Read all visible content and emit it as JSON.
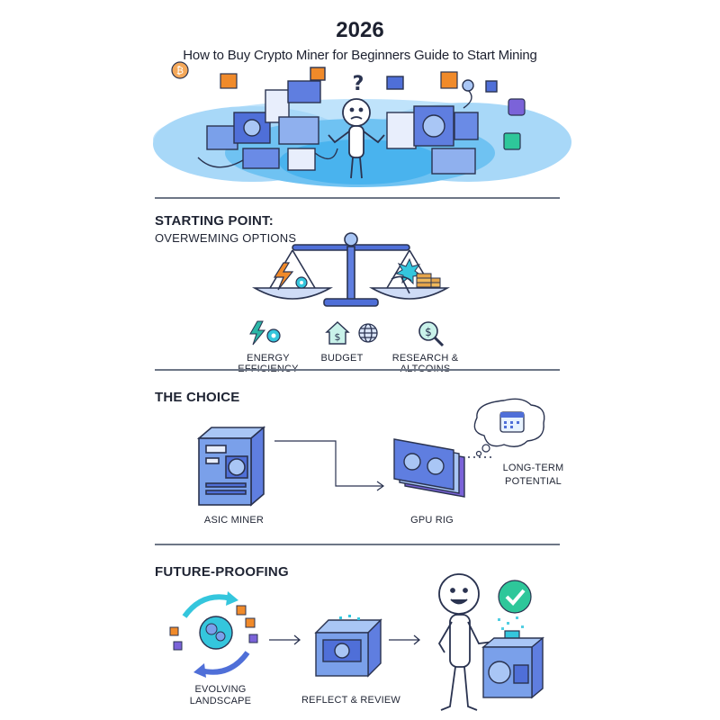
{
  "header": {
    "year": "2026",
    "subtitle": "How to Buy Crypto Miner for Beginners Guide to Start Mining"
  },
  "section1": {
    "title": "STARTING POINT:",
    "subtitle": "OVERWEMING OPTIONS",
    "labels": [
      "ENERGY EFFICIENCY",
      "BUDGET",
      "RESEARCH & ALTCOINS"
    ]
  },
  "section2": {
    "title": "THE CHOICE",
    "asic_label": "ASIC MINER",
    "gpu_label": "GPU RIG",
    "potential_label_line1": "LONG-TERM",
    "potential_label_line2": "POTENTIAL"
  },
  "section3": {
    "title": "FUTURE-PROOFING",
    "evolving_line1": "EVOLVING",
    "evolving_line2": "LANDSCAPE",
    "reflect_label": "REFLECT & REVIEW"
  },
  "colors": {
    "blue": "#4f6fd8",
    "light_blue": "#a9c6f5",
    "cyan": "#34c6dd",
    "green": "#2ec79a",
    "orange": "#f08a2a",
    "purple": "#7b63d9",
    "teal": "#2bb6a6",
    "outline": "#2a3350"
  },
  "icons": [
    "bitcoin-icon",
    "question-mark-icon",
    "person-confused-icon",
    "scale-icon",
    "lightning-icon",
    "gear-icon",
    "pickaxe-icon",
    "coins-icon",
    "house-dollar-icon",
    "globe-icon",
    "magnifier-dollar-icon",
    "asic-miner-icon",
    "gpu-rig-icon",
    "calendar-icon",
    "thought-bubble-icon",
    "brain-icon",
    "cycle-arrows-icon",
    "miner-box-icon",
    "person-happy-icon",
    "checkmark-icon"
  ]
}
